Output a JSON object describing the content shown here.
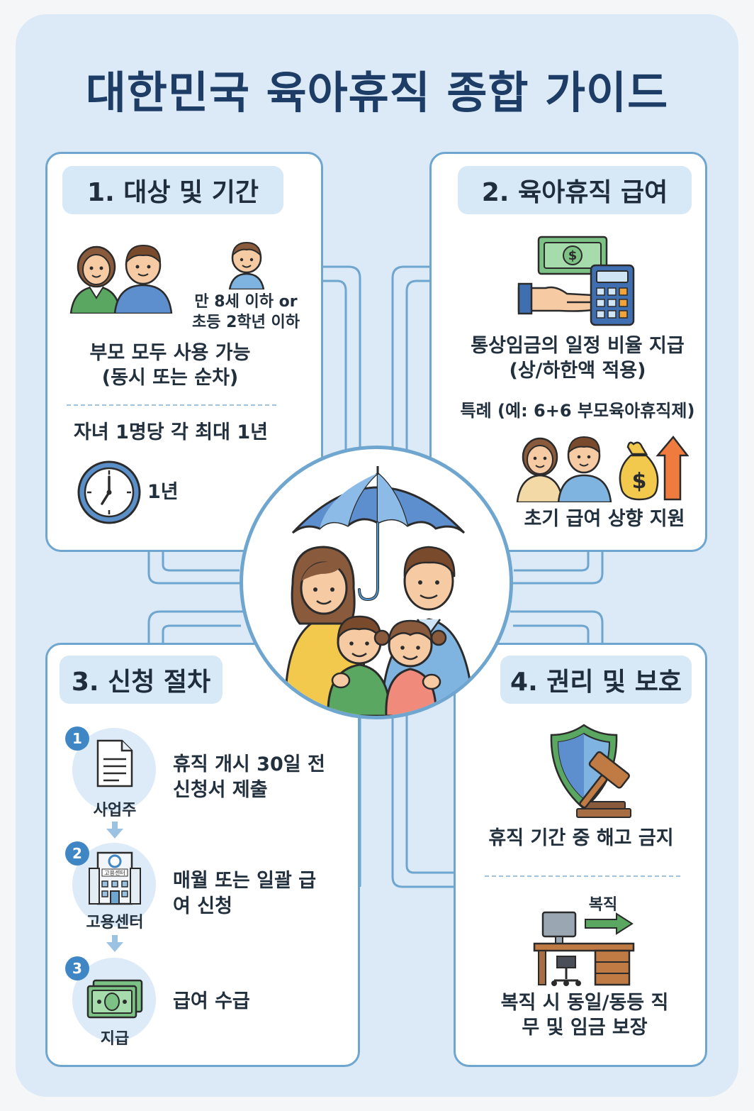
{
  "title": "대한민국 육아휴직 종합 가이드",
  "section1": {
    "heading": "1. 대상 및 기간",
    "child_age": "만 8세 이하 or 초등 2학년 이하",
    "parents": "부모 모두 사용 가능 (동시 또는 순차)",
    "duration": "자녀 1명당 각 최대 1년",
    "clock_label": "1년"
  },
  "section2": {
    "heading": "2. 육아휴직 급여",
    "wage": "통상임금의 일정 비율 지급 (상/하한액 적용)",
    "special": "특례 (예: 6+6 부모육아휴직제)",
    "boost": "초기 급여 상향 지원"
  },
  "section3": {
    "heading": "3. 신청 절차",
    "steps": [
      {
        "num": "1",
        "label": "사업주",
        "text": "휴직 개시 30일 전 신청서 제출"
      },
      {
        "num": "2",
        "label": "고용센터",
        "text": "매월 또는 일괄 급여 신청"
      },
      {
        "num": "3",
        "label": "지급",
        "text": "급여 수급"
      }
    ],
    "building_sign": "고용센터"
  },
  "section4": {
    "heading": "4. 권리 및 보호",
    "no_dismissal": "휴직 기간 중 해고 금지",
    "return_arrow": "복직",
    "return_guarantee": "복직 시 동일/동등 직무 및 임금 보장"
  }
}
